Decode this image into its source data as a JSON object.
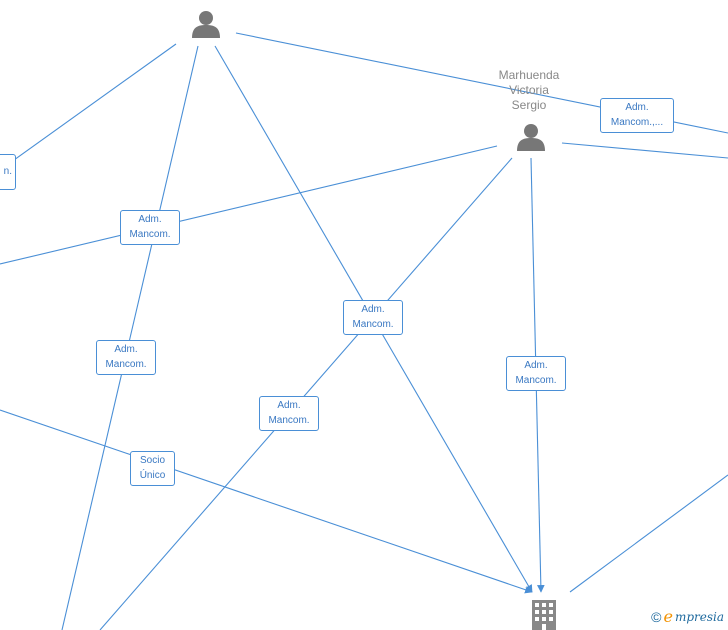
{
  "colors": {
    "edge": "#4a8fd6",
    "label_border": "#4a8fd6",
    "label_text": "#3a78c2",
    "person_icon": "#777777",
    "company_icon": "#888888"
  },
  "nodes": {
    "person_top": {
      "icon": "person-icon"
    },
    "person_marhuenda": {
      "icon": "person-icon",
      "name_lines": [
        "Marhuenda",
        "Victoria",
        "Sergio"
      ]
    },
    "company_bottom": {
      "icon": "building-icon"
    }
  },
  "edge_labels": {
    "label_left_cut": {
      "line1": "n."
    },
    "label_top_right": {
      "line1": "Adm.",
      "line2": "Mancom.,..."
    },
    "label_mid_left": {
      "line1": "Adm.",
      "line2": "Mancom."
    },
    "label_center": {
      "line1": "Adm.",
      "line2": "Mancom."
    },
    "label_left_lower": {
      "line1": "Adm.",
      "line2": "Mancom."
    },
    "label_center_lower": {
      "line1": "Adm.",
      "line2": "Mancom."
    },
    "label_right": {
      "line1": "Adm.",
      "line2": "Mancom."
    },
    "label_socio": {
      "line1": "Socio",
      "line2": "Único"
    }
  },
  "watermark": {
    "copyright": "©",
    "brand_first": "e",
    "brand_rest": "mpresia"
  }
}
